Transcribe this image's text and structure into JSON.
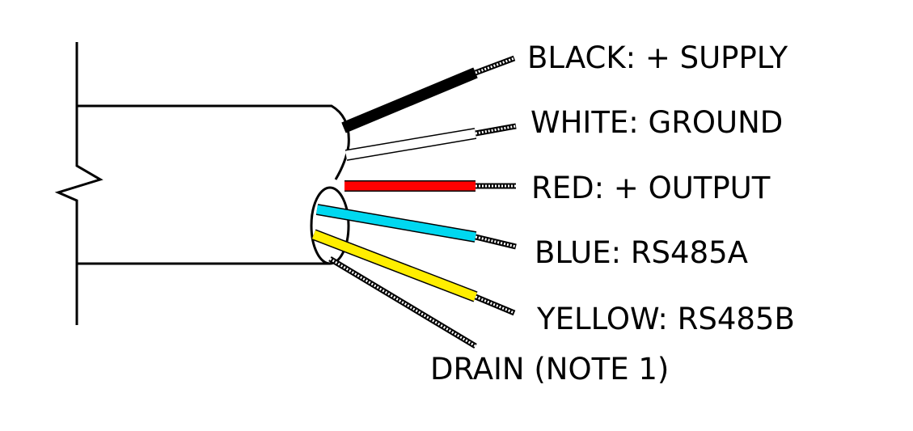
{
  "wires": [
    {
      "id": "black",
      "label": "BLACK: + SUPPLY",
      "color": "#000000"
    },
    {
      "id": "white",
      "label": "WHITE: GROUND",
      "color": "#ffffff"
    },
    {
      "id": "red",
      "label": "RED: + OUTPUT",
      "color": "#ff0000"
    },
    {
      "id": "blue",
      "label": "BLUE: RS485A",
      "color": "#00d8f0"
    },
    {
      "id": "yellow",
      "label": "YELLOW: RS485B",
      "color": "#ffee00"
    },
    {
      "id": "drain",
      "label": "DRAIN (NOTE 1)",
      "color": "#000000"
    }
  ]
}
